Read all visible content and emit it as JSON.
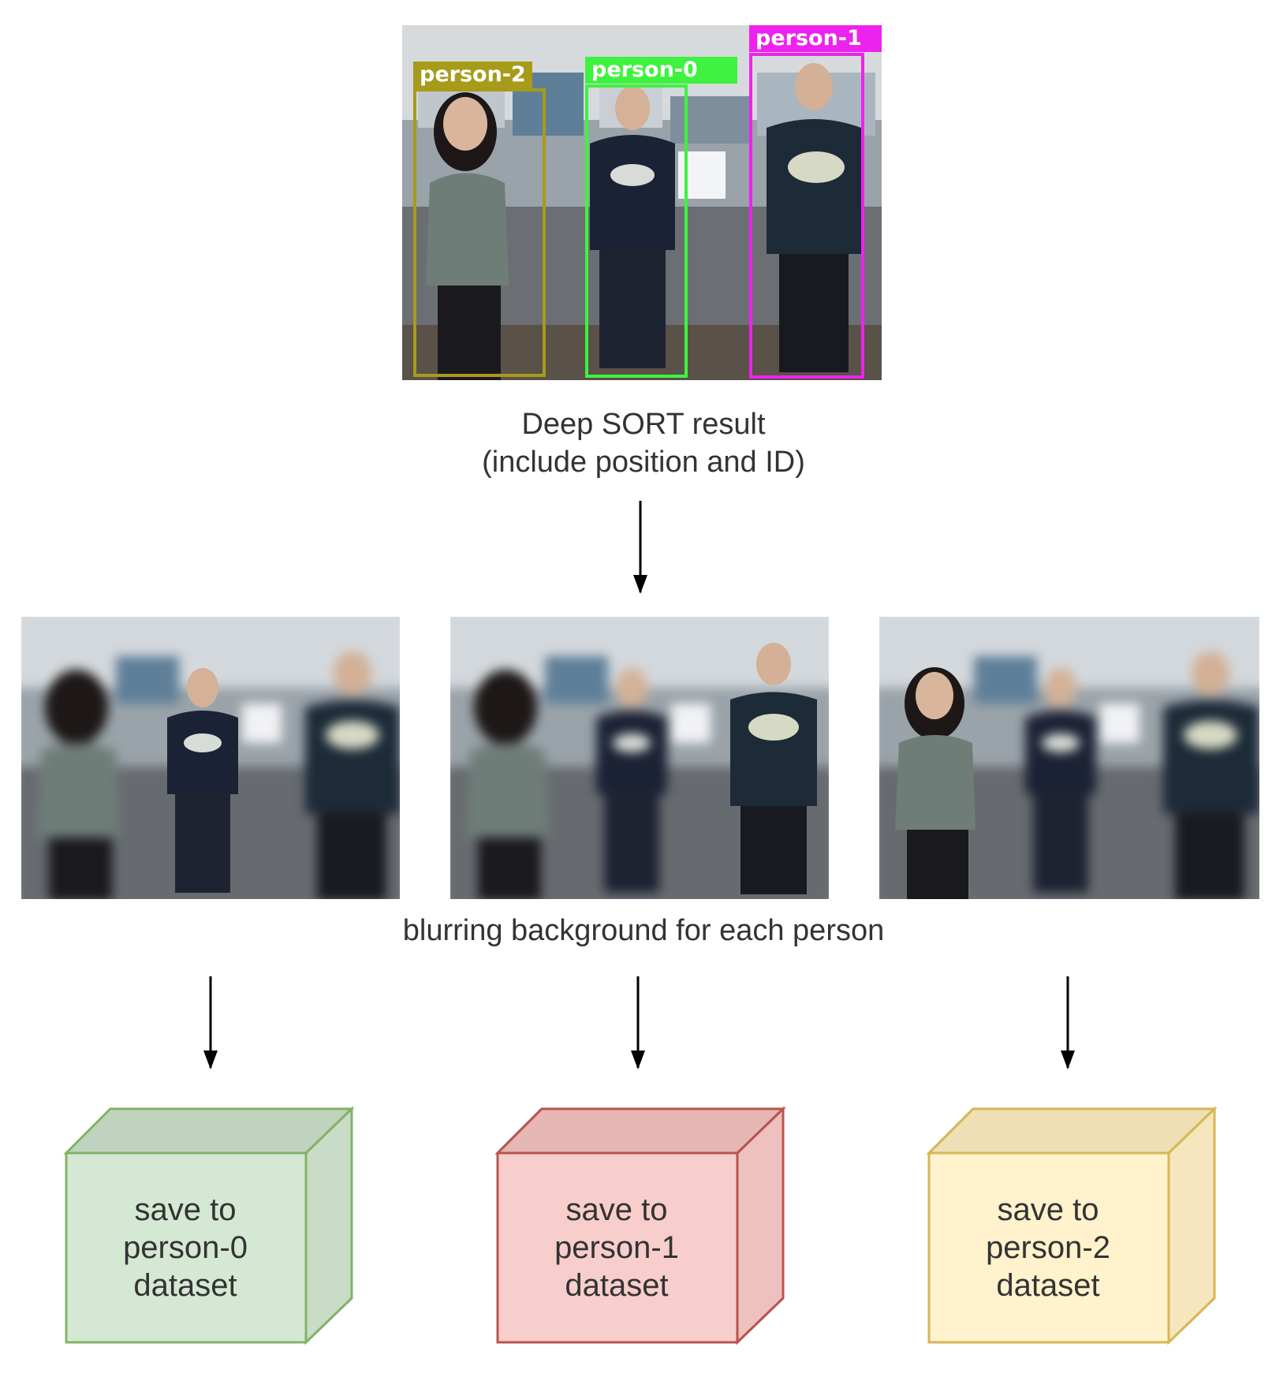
{
  "colors": {
    "person_0_box": "#3ff23f",
    "person_1_box": "#ee22ee",
    "person_2_box": "#a79b1a",
    "cube_green_fill": "#d5e8d4",
    "cube_green_stroke": "#82b366",
    "cube_red_fill": "#f8cecc",
    "cube_red_stroke": "#b85450",
    "cube_yellow_fill": "#fff2cc",
    "cube_yellow_stroke": "#d6b656",
    "text": "#333333"
  },
  "detection": {
    "boxes": [
      {
        "label": "person-2"
      },
      {
        "label": "person-0"
      },
      {
        "label": "person-1"
      }
    ],
    "caption_line1": "Deep SORT result",
    "caption_line2": "(include position and ID)"
  },
  "blur_caption": "blurring background for each person",
  "datasets": [
    {
      "line1": "save to",
      "line2": "person-0",
      "line3": "dataset",
      "color": "green"
    },
    {
      "line1": "save to",
      "line2": "person-1",
      "line3": "dataset",
      "color": "red"
    },
    {
      "line1": "save to",
      "line2": "person-2",
      "line3": "dataset",
      "color": "yellow"
    }
  ]
}
